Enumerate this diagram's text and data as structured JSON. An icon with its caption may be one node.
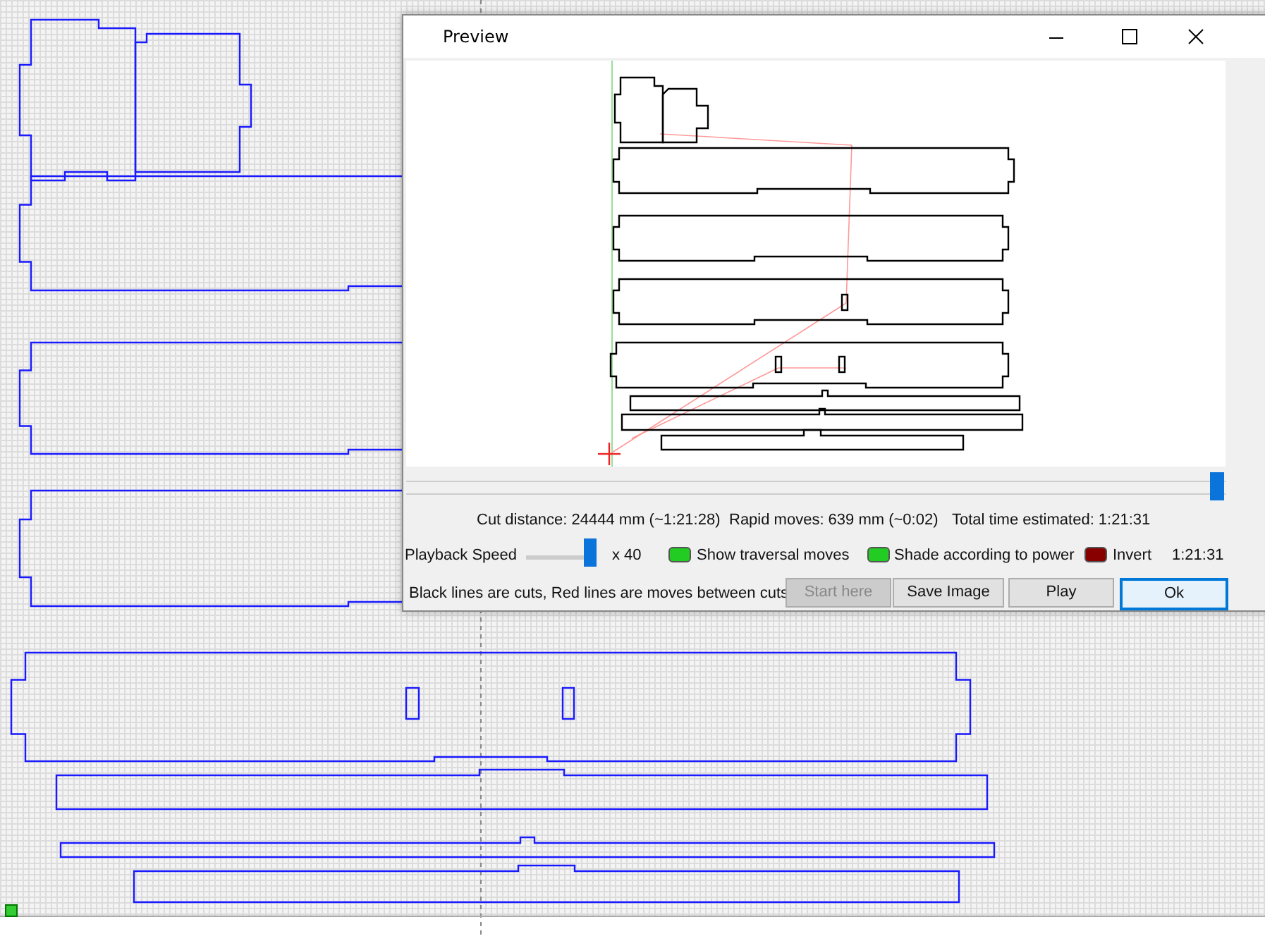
{
  "diagram": {
    "title": "Preview",
    "labels": [
      "Cut distance: 24444 mm (~1:21:28)",
      "Rapid moves: 639 mm (~0:02)",
      "Total time estimated: 1:21:31",
      "Playback Speed",
      "x 40",
      "Show traversal moves",
      "Shade according to power",
      "Invert",
      "1:21:31",
      "Black lines are cuts, Red lines are moves between cuts",
      "Start here",
      "Save Image",
      "Play",
      "Ok"
    ]
  }
}
